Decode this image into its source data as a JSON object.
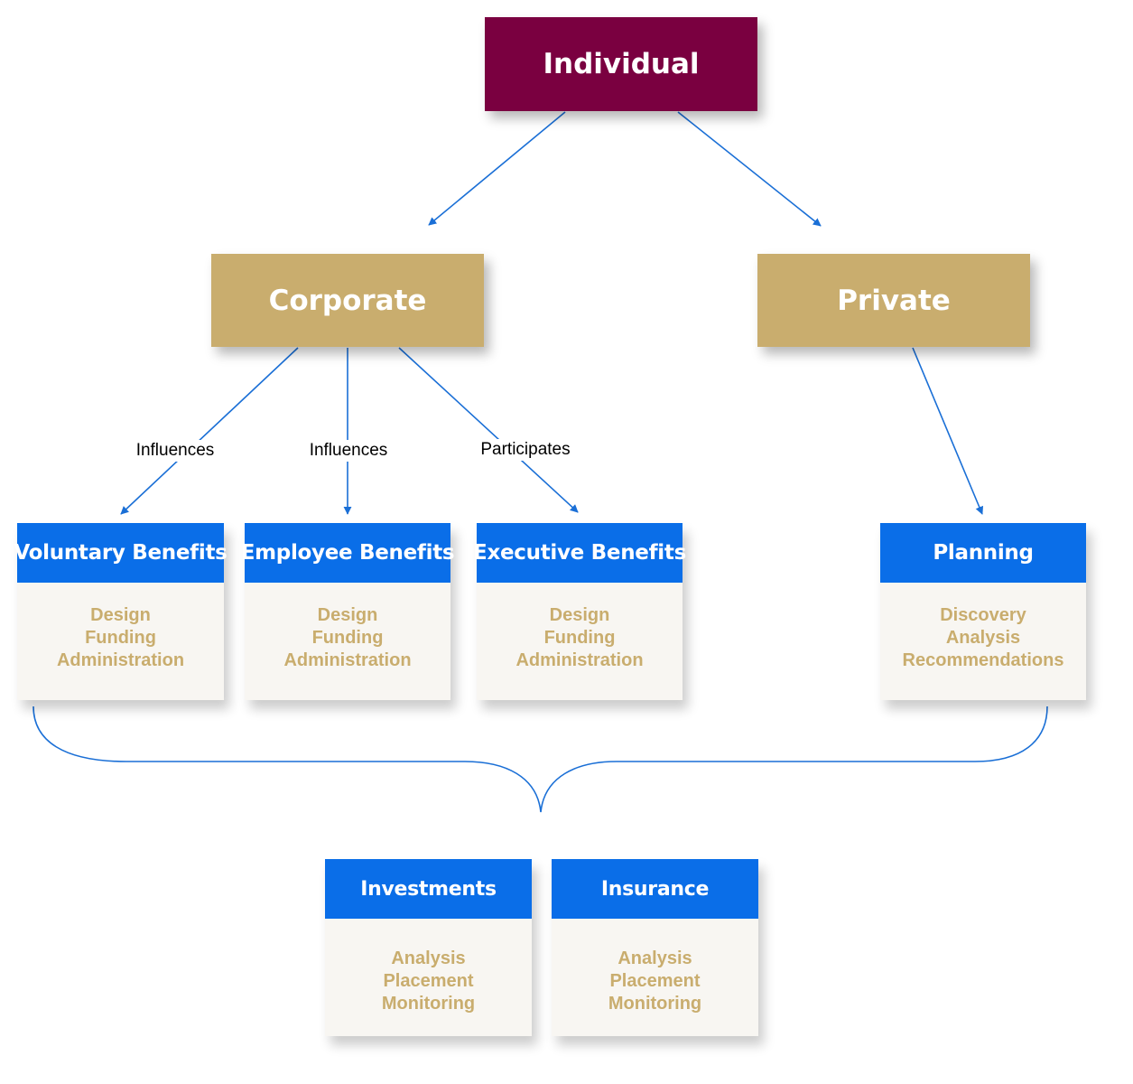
{
  "nodes": {
    "individual": "Individual",
    "corporate": "Corporate",
    "private": "Private"
  },
  "edge_labels": {
    "voluntary": "Influences",
    "employee": "Influences",
    "executive": "Participates"
  },
  "cards": {
    "voluntary": {
      "title": "Voluntary Benefits",
      "items": [
        "Design",
        "Funding",
        "Administration"
      ]
    },
    "employee": {
      "title": "Employee Benefits",
      "items": [
        "Design",
        "Funding",
        "Administration"
      ]
    },
    "executive": {
      "title": "Executive Benefits",
      "items": [
        "Design",
        "Funding",
        "Administration"
      ]
    },
    "planning": {
      "title": "Planning",
      "items": [
        "Discovery",
        "Analysis",
        "Recommendations"
      ]
    },
    "investments": {
      "title": "Investments",
      "items": [
        "Analysis",
        "Placement",
        "Monitoring"
      ]
    },
    "insurance": {
      "title": "Insurance",
      "items": [
        "Analysis",
        "Placement",
        "Monitoring"
      ]
    }
  },
  "colors": {
    "individual": "#7a0040",
    "tier2": "#c9ad6e",
    "card_header": "#0a6ee8",
    "card_body": "#f8f6f2",
    "card_text": "#c9ad6e",
    "connector": "#1a6fd6"
  }
}
